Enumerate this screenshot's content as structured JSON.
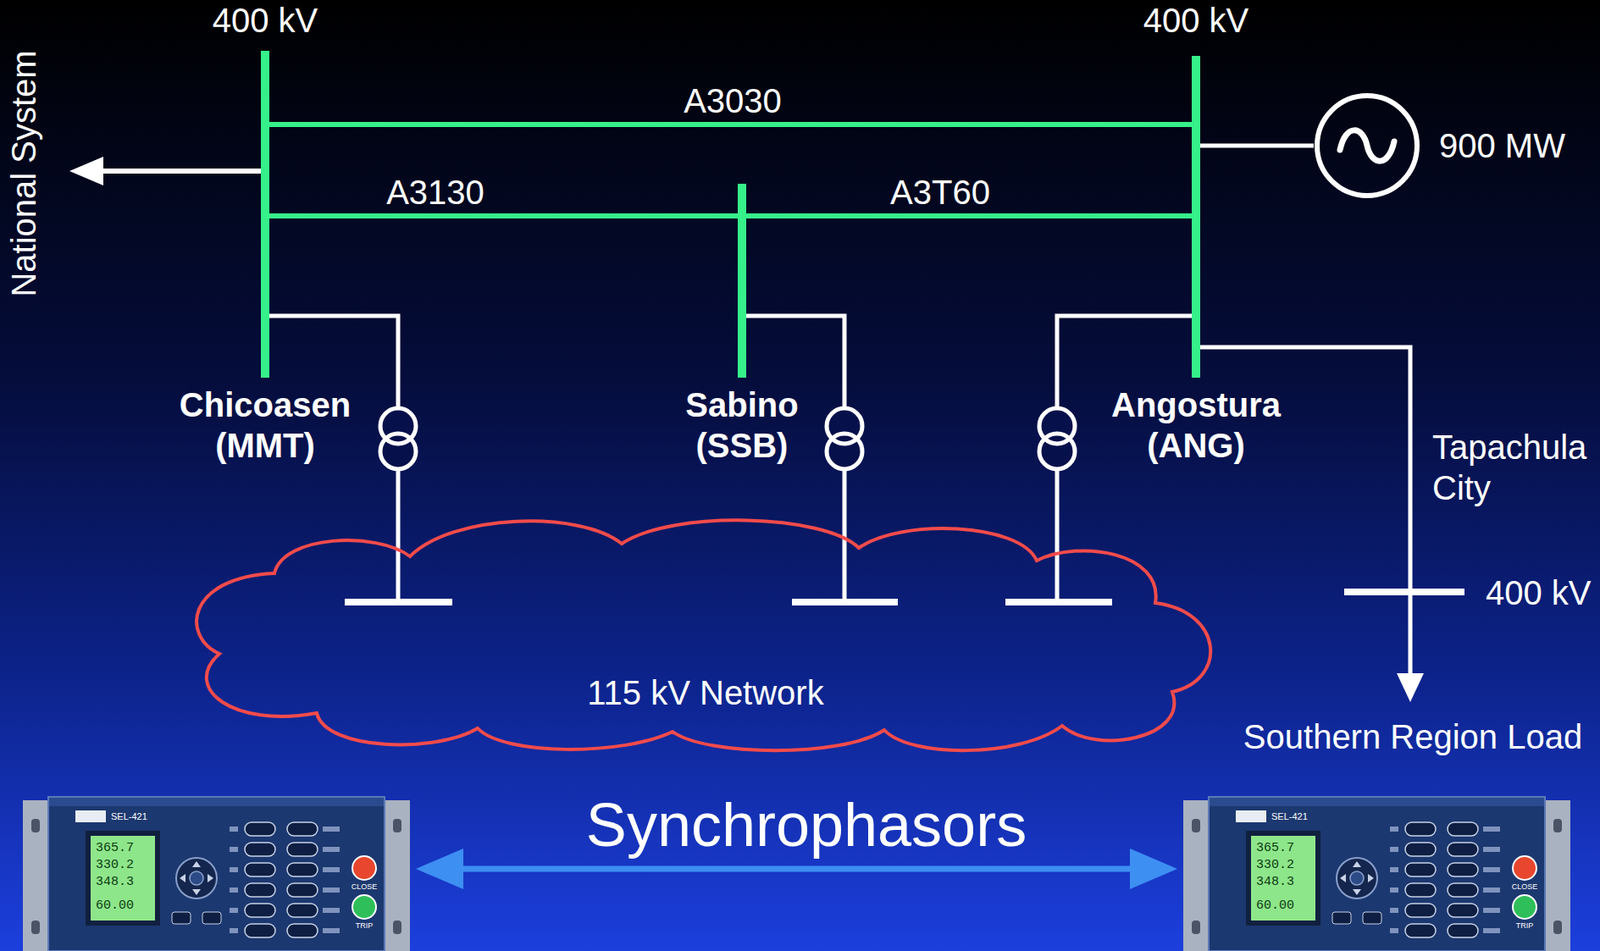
{
  "diagram": {
    "nodes": [
      {
        "text": [
          "400 kV",
          "Chicoasen (MMT)"
        ]
      },
      {
        "text": [
          "Sabino (SSB)"
        ]
      },
      {
        "text": [
          "400 kV",
          "Angostura (ANG)"
        ]
      },
      {
        "text": [
          "900 MW"
        ]
      },
      {
        "text": [
          "115 kV Network"
        ]
      },
      {
        "text": [
          "SEL-421",
          "365.7",
          "330.2",
          "348.3",
          "60.00",
          "CLOSE",
          "TRIP"
        ]
      },
      {
        "text": [
          "SEL-421",
          "365.7",
          "330.2",
          "348.3",
          "60.00",
          "CLOSE",
          "TRIP"
        ]
      }
    ],
    "edges": [
      {
        "from": 0,
        "to": 2,
        "label": "A3030",
        "arrow": "none"
      },
      {
        "from": 0,
        "to": 1,
        "label": "A3130",
        "arrow": "none"
      },
      {
        "from": 1,
        "to": 2,
        "label": "A3T60",
        "arrow": "none"
      },
      {
        "from": 2,
        "to": 3,
        "arrow": "none"
      },
      {
        "from": 0,
        "to": 4,
        "arrow": "none"
      },
      {
        "from": 1,
        "to": 4,
        "arrow": "none"
      },
      {
        "from": 2,
        "to": 4,
        "arrow": "none"
      },
      {
        "from": 5,
        "to": 6,
        "label": "Synchrophasors",
        "arrow": "both"
      }
    ],
    "labels": [
      "National System",
      "Tapachula City",
      "400 kV",
      "Southern Region Load"
    ]
  }
}
